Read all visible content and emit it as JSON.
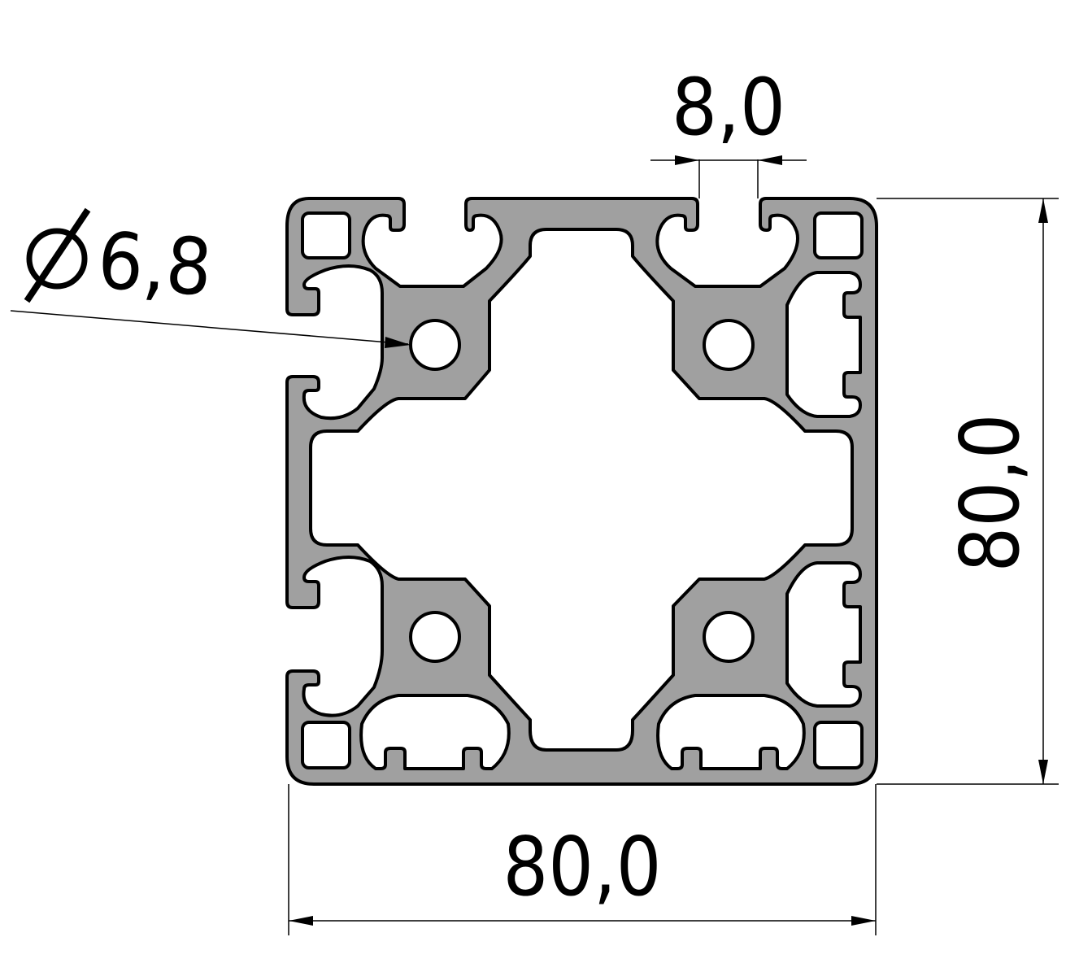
{
  "drawing": {
    "title": "Aluminum extrusion profile 80x80 cross-section",
    "fill_color": "#a0a0a0",
    "line_color": "#000000",
    "background": "#ffffff"
  },
  "dimensions": {
    "slot_width": {
      "label": "8,0",
      "value": 8.0
    },
    "width": {
      "label": "80,0",
      "value": 80.0
    },
    "height": {
      "label": "80,0",
      "value": 80.0
    },
    "core_hole_diameter": {
      "symbol": "Ø",
      "label": "6,8",
      "value": 6.8
    }
  },
  "profile": {
    "core_holes": 4,
    "t_slots": 8,
    "corner_cavities": 4
  }
}
